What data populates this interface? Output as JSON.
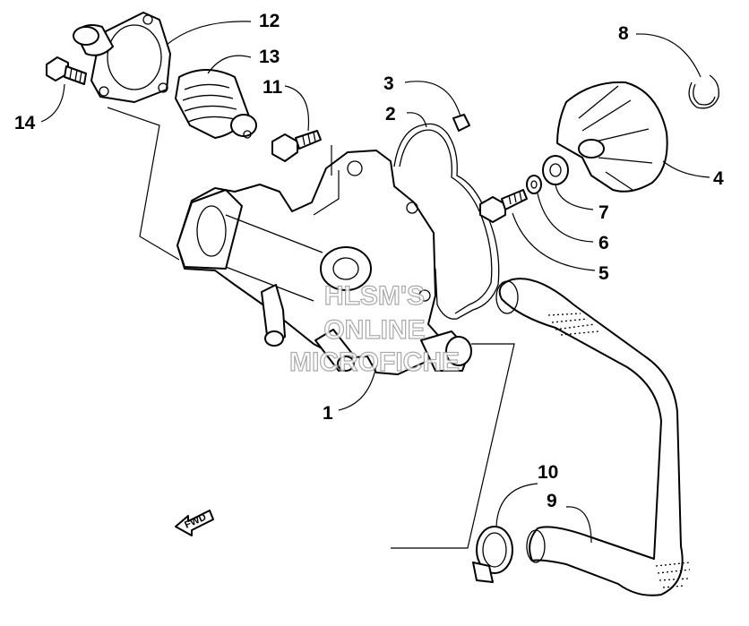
{
  "callouts": {
    "c1": "1",
    "c2": "2",
    "c3": "3",
    "c4": "4",
    "c5": "5",
    "c6": "6",
    "c7": "7",
    "c8": "8",
    "c9": "9",
    "c10": "10",
    "c11": "11",
    "c12": "12",
    "c13": "13",
    "c14": "14"
  },
  "watermark": {
    "line1": "HLSM'S",
    "line2": "ONLINE",
    "line3": "MICROFICHE"
  },
  "direction_marker": {
    "label": "FWD"
  }
}
